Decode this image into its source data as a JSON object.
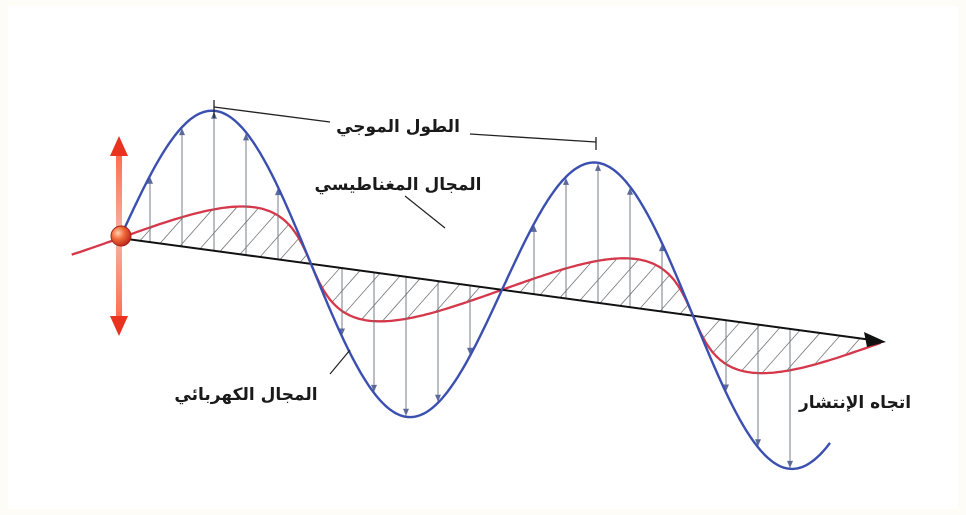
{
  "diagram": {
    "labels": {
      "wavelength": "الطول الموجي",
      "magnetic_field": "المجال المغناطيسي",
      "electric_field": "المجال الكهربائي",
      "propagation_direction": "اتجاه الإنتشار"
    },
    "colors": {
      "electric_wave": "#3b4fb0",
      "magnetic_wave": "#d4384a",
      "axis": "#111111",
      "charge": "#e04a2a",
      "charge_arrow": "#e8331f"
    },
    "icon_names": {
      "charge": "charge-dot-icon",
      "oscillation": "double-arrow-icon"
    }
  }
}
